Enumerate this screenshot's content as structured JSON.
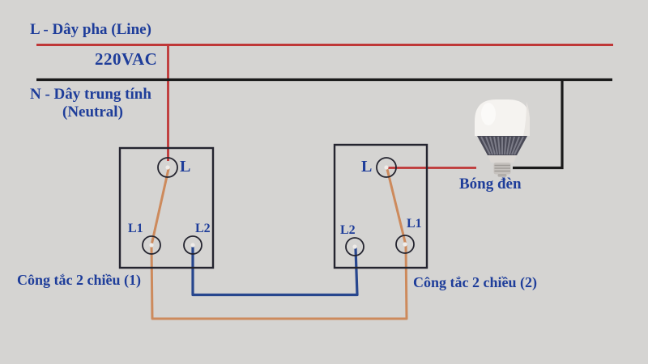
{
  "colors": {
    "background": "#d5d4d2",
    "live_wire": "#bf3737",
    "neutral_wire": "#1a1a1a",
    "traveller_l1_wire": "#cd8a5c",
    "traveller_l2_wire": "#27468e",
    "label_text": "#1e3d9a",
    "switch_outline": "#24242f",
    "terminal_dot": "#efece9"
  },
  "power": {
    "line_label": "L - Dây pha (Line)",
    "voltage": "220VAC",
    "neutral_label": "N - Dây trung tính",
    "neutral_sublabel": "(Neutral)"
  },
  "switch1": {
    "caption": "Công tắc 2 chiều (1)",
    "terminals": {
      "common": "L",
      "l1": "L1",
      "l2": "L2"
    }
  },
  "switch2": {
    "caption": "Công tắc 2 chiều (2)",
    "terminals": {
      "common": "L",
      "l1": "L1",
      "l2": "L2"
    }
  },
  "lamp": {
    "caption": "Bóng đèn"
  }
}
